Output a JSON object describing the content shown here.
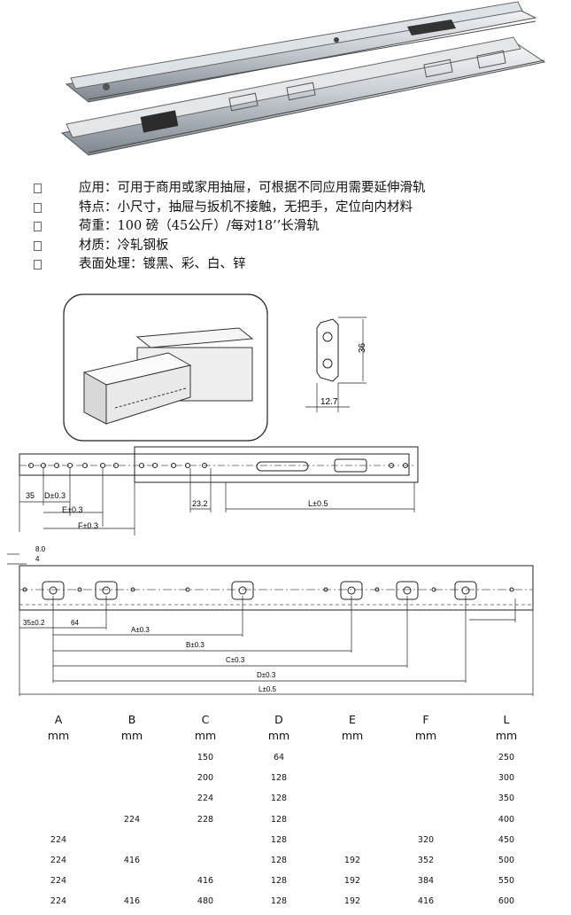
{
  "specs": [
    "应用：可用于商用或家用抽屉，可根据不同应用需要延伸滑轨",
    "特点：小尺寸，抽屉与扳机不接触，无把手，定位向内材料",
    "荷重：100 磅（45公斤）/每对18’’长滑轨",
    "材质：冷轧钢板",
    "表面处理：镀黑、彩、白、锌"
  ],
  "profile_dims": {
    "height": "36",
    "width": "12.7"
  },
  "top_dims": {
    "d1": "35",
    "d2": "D±0.3",
    "d3": "E±0.3",
    "d4": "F±0.3",
    "d5": "23.2",
    "d6": "L±0.5"
  },
  "bottom_dims": {
    "t1": "8.0",
    "t2": "4",
    "b1": "35±0.2",
    "b2": "64",
    "b3": "A±0.3",
    "b4": "B±0.3",
    "b5": "C±0.3",
    "b6": "D±0.3",
    "b7": "L±0.5"
  },
  "table": {
    "columns": [
      "A",
      "B",
      "C",
      "D",
      "E",
      "F",
      "L"
    ],
    "units": [
      "mm",
      "mm",
      "mm",
      "mm",
      "mm",
      "mm",
      "mm"
    ],
    "rows": [
      [
        "",
        "",
        "150",
        "64",
        "",
        "",
        "250"
      ],
      [
        "",
        "",
        "200",
        "128",
        "",
        "",
        "300"
      ],
      [
        "",
        "",
        "224",
        "128",
        "",
        "",
        "350"
      ],
      [
        "",
        "224",
        "228",
        "128",
        "",
        "",
        "400"
      ],
      [
        "224",
        "",
        "",
        "128",
        "",
        "320",
        "450"
      ],
      [
        "224",
        "416",
        "",
        "128",
        "192",
        "352",
        "500"
      ],
      [
        "224",
        "",
        "416",
        "128",
        "192",
        "384",
        "550"
      ],
      [
        "224",
        "416",
        "480",
        "128",
        "192",
        "416",
        "600"
      ]
    ]
  }
}
